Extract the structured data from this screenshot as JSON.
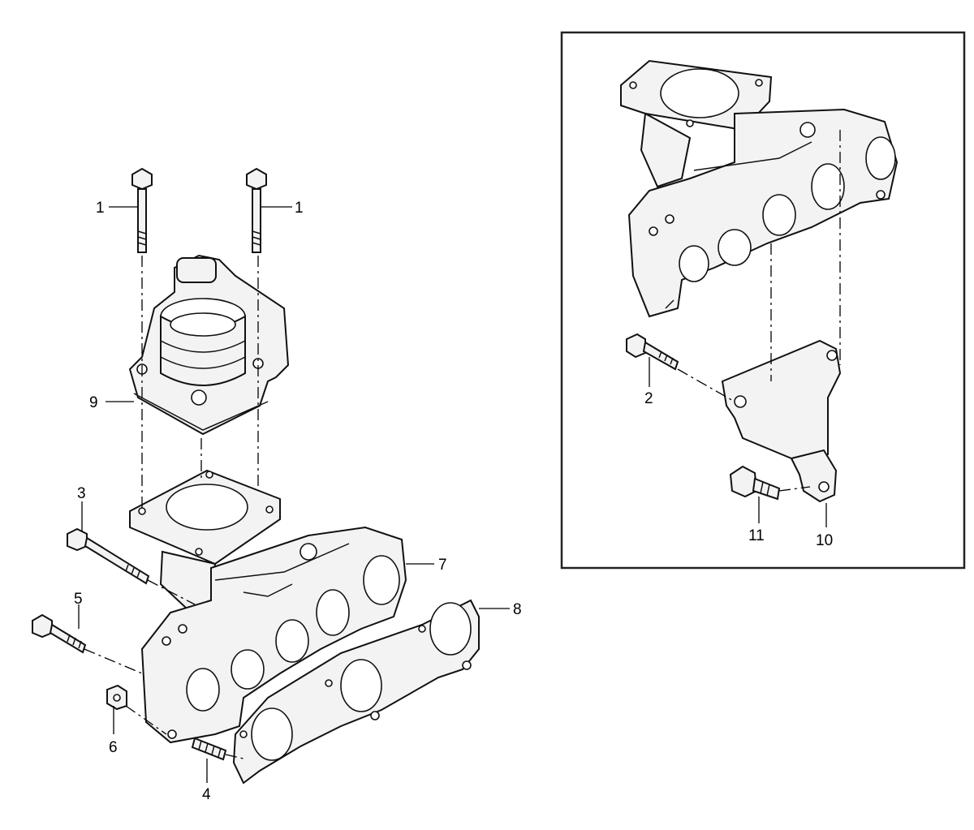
{
  "callouts": {
    "bolt_1_left": "1",
    "bolt_1_right": "1",
    "bolt_2": "2",
    "bolt_3": "3",
    "stud_4": "4",
    "bolt_5": "5",
    "nut_6": "6",
    "manifold_7": "7",
    "gasket_8": "8",
    "throttle_body_9": "9",
    "bracket_10": "10",
    "bolt_11": "11"
  }
}
